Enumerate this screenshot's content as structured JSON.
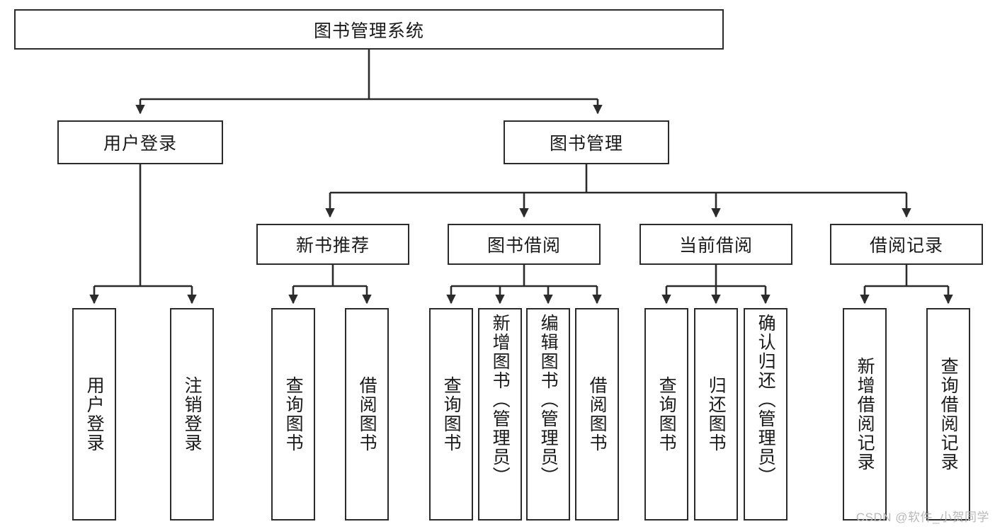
{
  "diagram": {
    "title": "图书管理系统",
    "type": "tree-hierarchy",
    "watermark": "CSDN @软件_小贺同学",
    "colors": {
      "box_border": "#2b2b2b",
      "box_fill": "#ffffff",
      "connector": "#2b2b2b",
      "text": "#1a1a1a",
      "watermark": "#b9b9b9"
    }
  },
  "nodes": {
    "root": {
      "label": "图书管理系统"
    },
    "level2": [
      {
        "label": "用户登录"
      },
      {
        "label": "图书管理"
      }
    ],
    "level3": [
      {
        "label": "新书推荐"
      },
      {
        "label": "图书借阅"
      },
      {
        "label": "当前借阅"
      },
      {
        "label": "借阅记录"
      }
    ],
    "leaves": {
      "user_login": [
        {
          "label": "用户登录"
        },
        {
          "label": "注销登录"
        }
      ],
      "new_book_recommend": [
        {
          "label": "查询图书"
        },
        {
          "label": "借阅图书"
        }
      ],
      "book_borrow": [
        {
          "label": "查询图书"
        },
        {
          "label": "新增图书（管理员）"
        },
        {
          "label": "编辑图书（管理员）"
        },
        {
          "label": "借阅图书"
        }
      ],
      "current_borrow": [
        {
          "label": "查询图书"
        },
        {
          "label": "归还图书"
        },
        {
          "label": "确认归还（管理员）"
        }
      ],
      "borrow_record": [
        {
          "label": "新增借阅记录"
        },
        {
          "label": "查询借阅记录"
        }
      ]
    }
  }
}
